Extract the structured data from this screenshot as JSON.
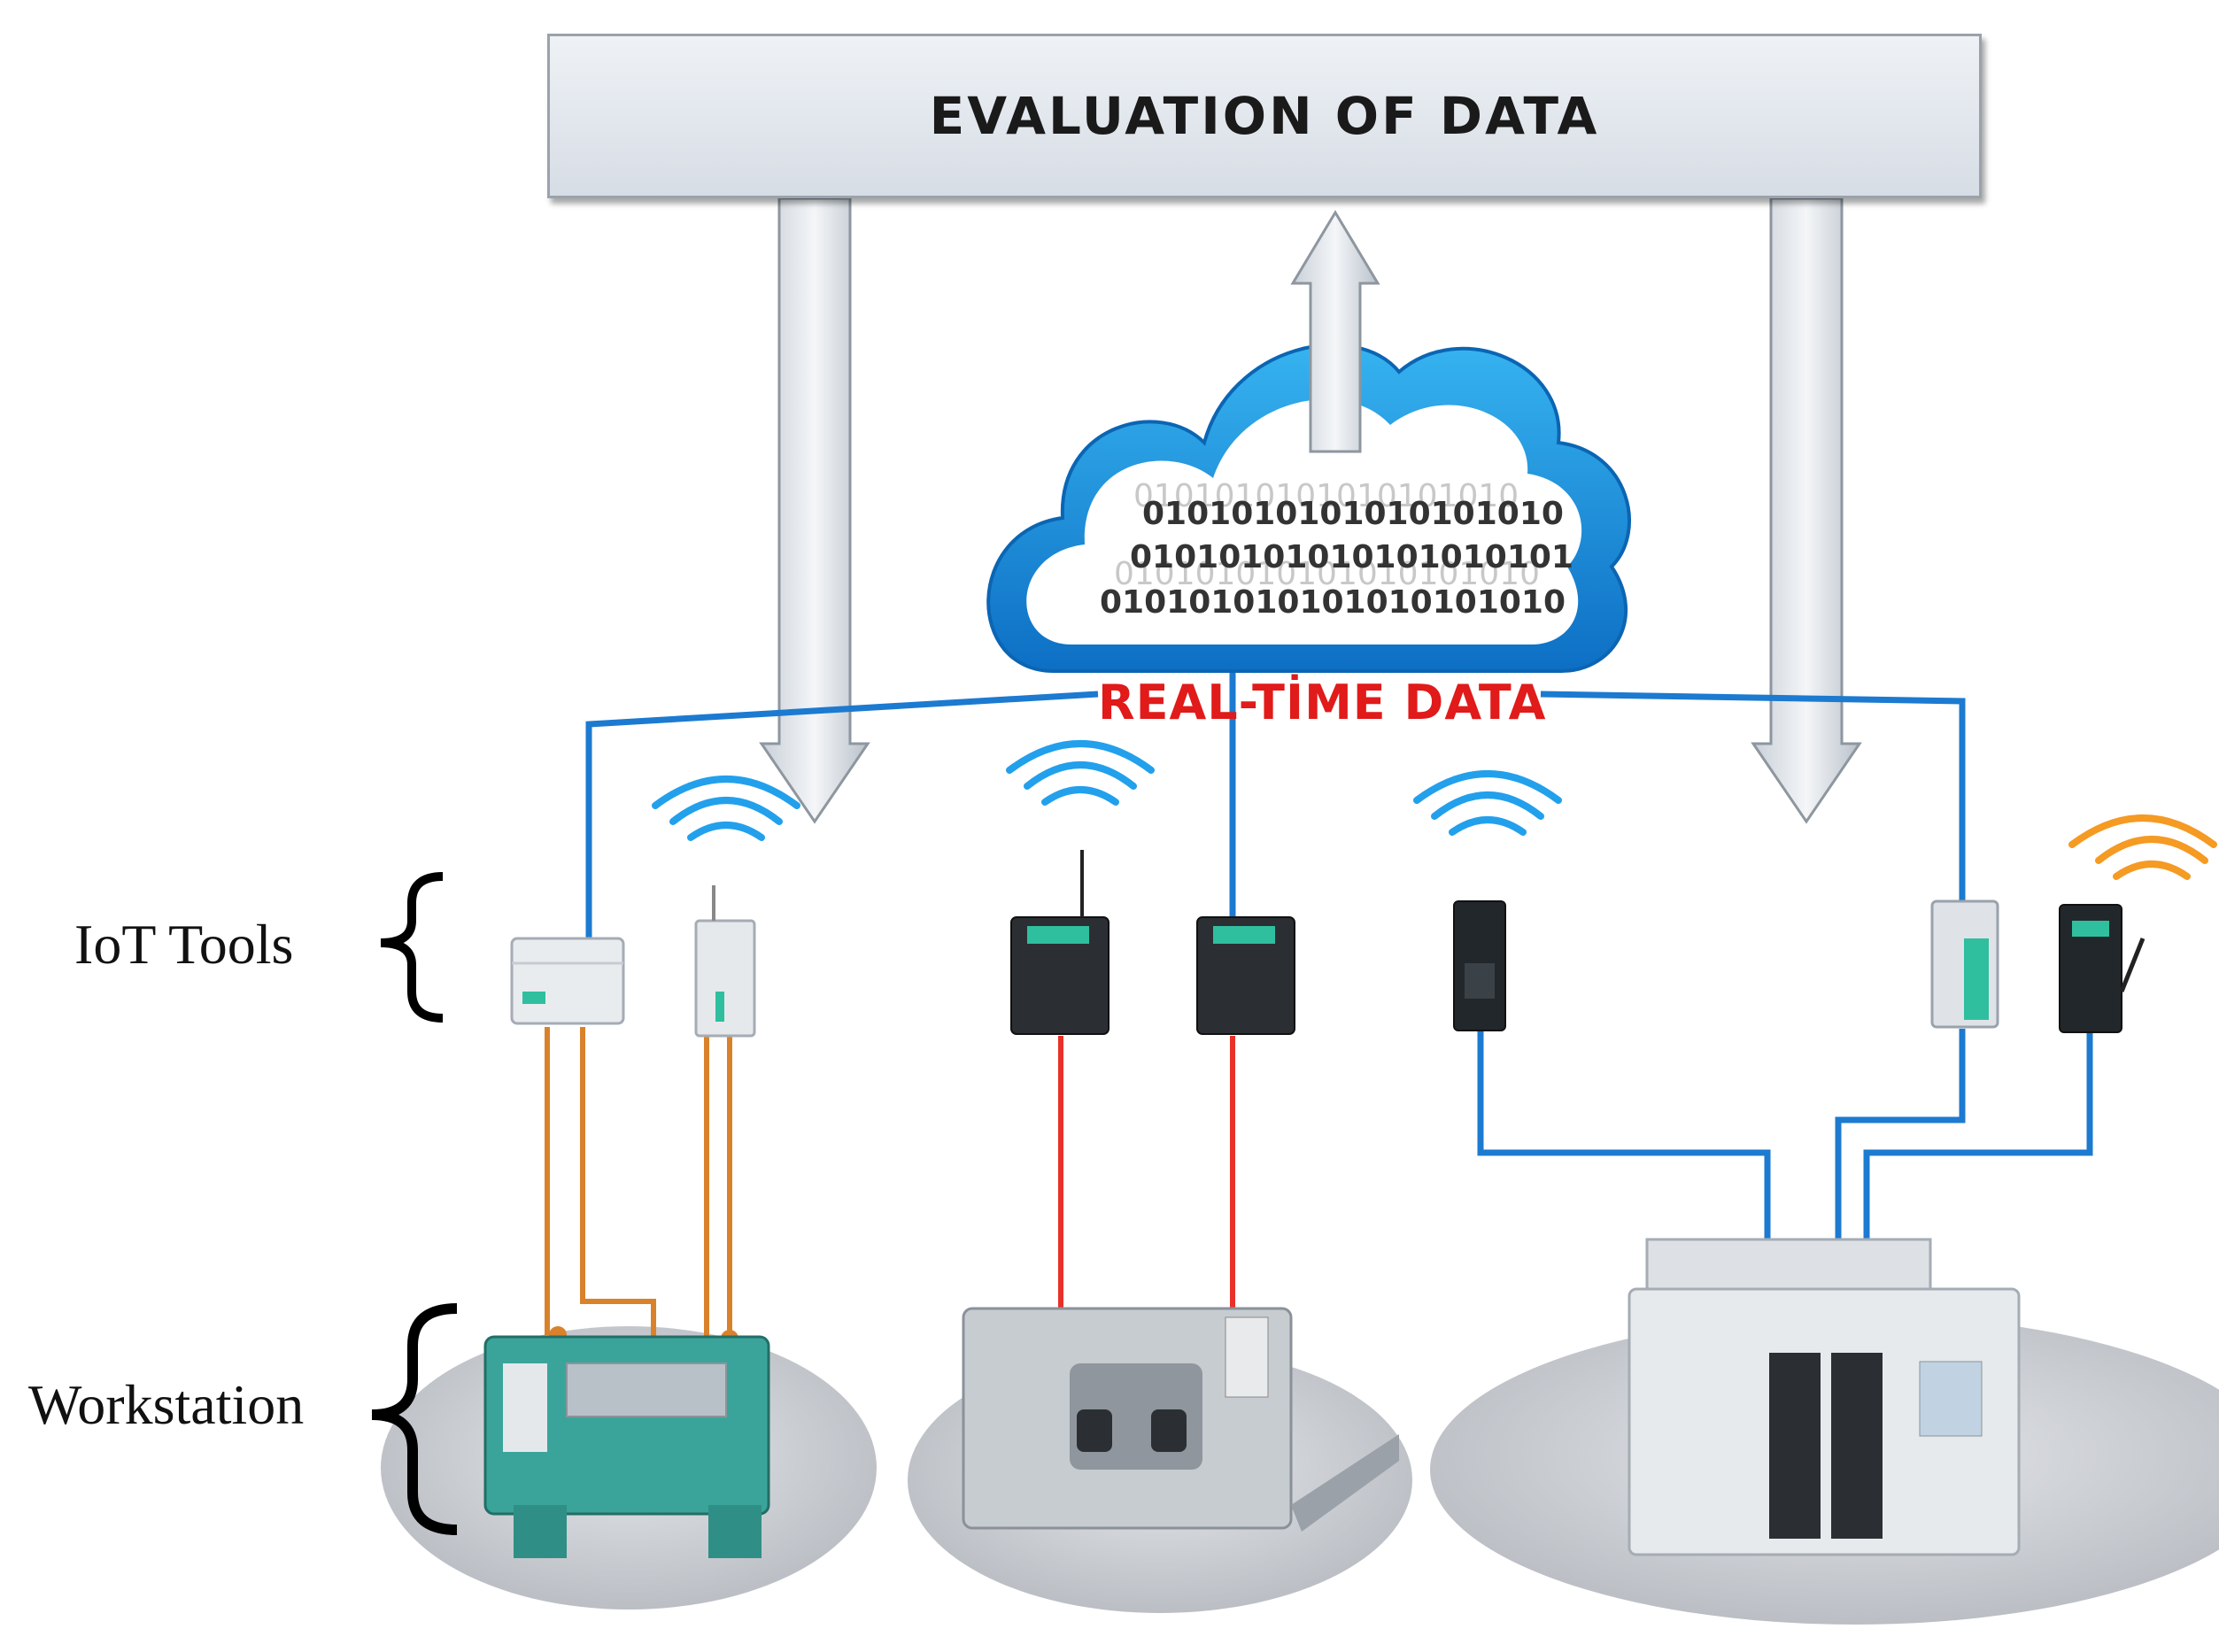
{
  "evaluation_box": {
    "label": "EVALUATION OF DATA"
  },
  "cloud": {
    "label": "REAL-TİME DATA",
    "binary_lines": [
      "0101010101010101010",
      "01010101010101010101",
      "010101010101010101010"
    ]
  },
  "labels": {
    "iot_tools": "IoT Tools",
    "workstation": "Workstation"
  },
  "colors": {
    "network": "#1c7ad0",
    "serial": "#e8312a",
    "io_wire": "#d9822b",
    "arrow": "#d9dfe6",
    "realtime": "#e11a1a"
  }
}
